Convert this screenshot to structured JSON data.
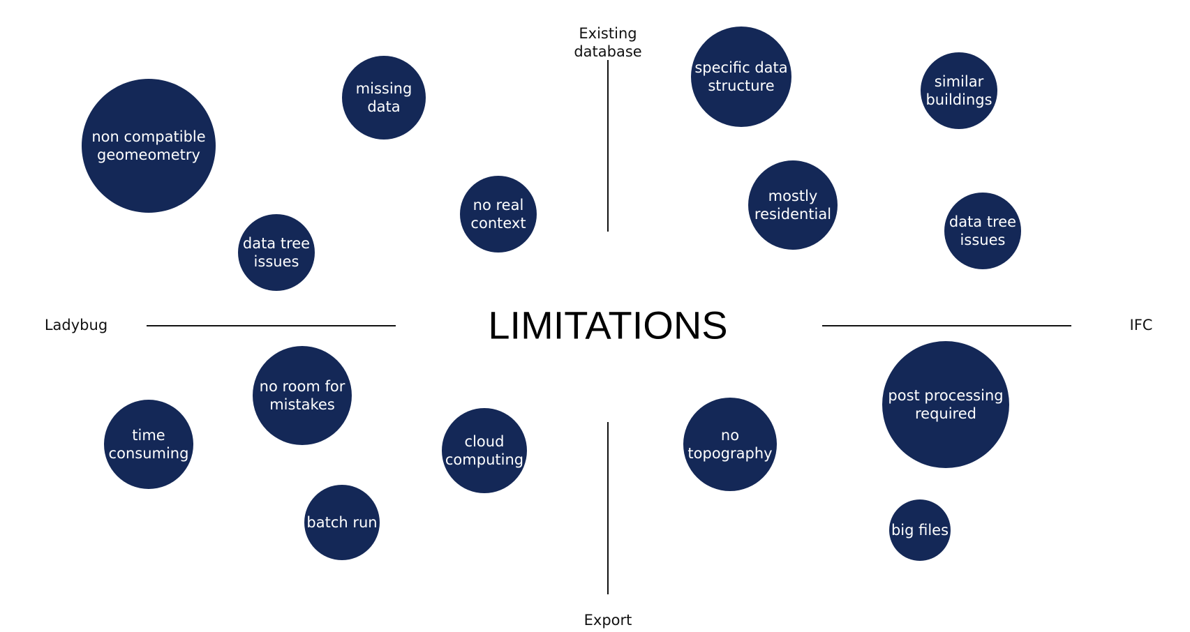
{
  "title": "LIMITATIONS",
  "colors": {
    "bubble": "#142857",
    "bubble_text": "#ffffff",
    "line": "#111111"
  },
  "axes": {
    "top": "Existing\ndatabase",
    "bottom": "Export",
    "left": "Ladybug",
    "right": "IFC"
  },
  "bubbles": [
    {
      "label": "non compatible\ngeomeometry",
      "quadrant": "Ladybug / Existing database",
      "size": "large"
    },
    {
      "label": "missing\ndata",
      "quadrant": "Ladybug / Existing database",
      "size": "small"
    },
    {
      "label": "data tree\nissues",
      "quadrant": "Ladybug / Existing database",
      "size": "small"
    },
    {
      "label": "no real\ncontext",
      "quadrant": "Ladybug / Existing database",
      "size": "small"
    },
    {
      "label": "specific data\nstructure",
      "quadrant": "IFC / Existing database",
      "size": "medium"
    },
    {
      "label": "similar\nbuildings",
      "quadrant": "IFC / Existing database",
      "size": "small"
    },
    {
      "label": "mostly\nresidential",
      "quadrant": "IFC / Existing database",
      "size": "medium"
    },
    {
      "label": "data tree\nissues",
      "quadrant": "IFC / Existing database",
      "size": "small"
    },
    {
      "label": "no room for\nmistakes",
      "quadrant": "Ladybug / Export",
      "size": "medium"
    },
    {
      "label": "time\nconsuming",
      "quadrant": "Ladybug / Export",
      "size": "medium"
    },
    {
      "label": "cloud\ncomputing",
      "quadrant": "Ladybug / Export",
      "size": "medium"
    },
    {
      "label": "batch run",
      "quadrant": "Ladybug / Export",
      "size": "small"
    },
    {
      "label": "no\ntopography",
      "quadrant": "IFC / Export",
      "size": "medium"
    },
    {
      "label": "post processing\nrequired",
      "quadrant": "IFC / Export",
      "size": "large"
    },
    {
      "label": "big files",
      "quadrant": "IFC / Export",
      "size": "small"
    }
  ]
}
